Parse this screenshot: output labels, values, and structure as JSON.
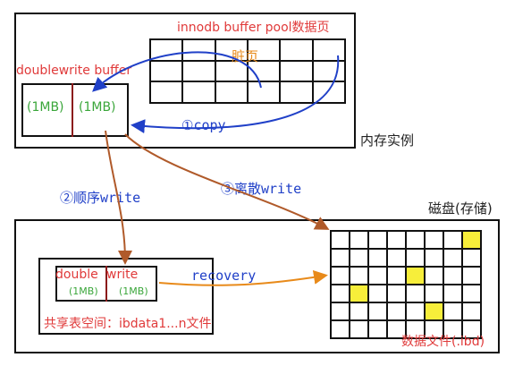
{
  "memory": {
    "label": "内存实例",
    "buffer_pool_label": "innodb buffer pool数据页",
    "dirty_page_label": "脏页",
    "doublewrite_label": "doublewrite buffer",
    "dw_left": "(1MB)",
    "dw_right": "(1MB)",
    "copy_label": "①copy"
  },
  "steps": {
    "sequential_write": "②顺序write",
    "scattered_write": "③离散write",
    "recovery": "recovery"
  },
  "disk": {
    "label": "磁盘(存储)",
    "shared_tablespace_label": "共享表空间：ibdata1...n文件",
    "doublewrite_label_a": "double",
    "doublewrite_label_b": "write",
    "dw_left": "(1MB)",
    "dw_right": "(1MB)",
    "data_file_label": "数据文件(.ibd)",
    "dirty_cells": [
      [
        0,
        7
      ],
      [
        2,
        4
      ],
      [
        3,
        1
      ],
      [
        4,
        5
      ]
    ]
  },
  "colors": {
    "red": "#e03a3a",
    "green": "#3aa63a",
    "blue": "#2040c8",
    "orange": "#e88a1a",
    "arrow_brown": "#b05a2a",
    "dirty_fill": "#f7ee3a"
  }
}
